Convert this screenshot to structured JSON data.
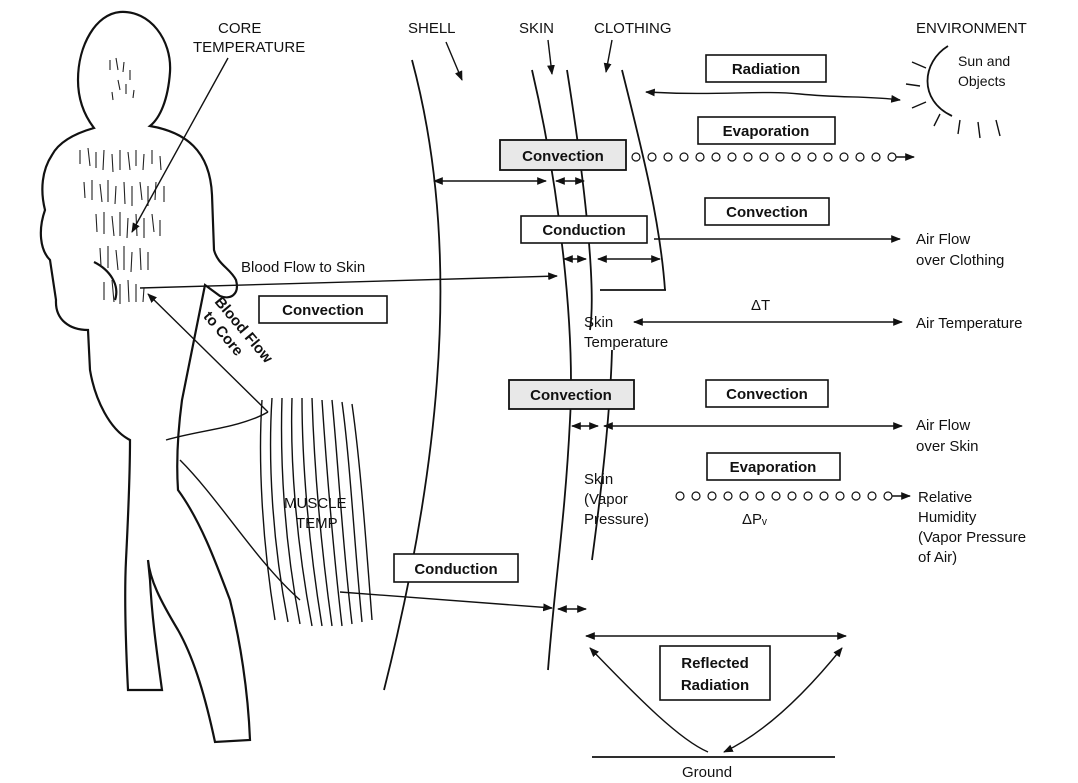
{
  "top_labels": {
    "core_line1": "CORE",
    "core_line2": "TEMPERATURE",
    "shell": "SHELL",
    "skin": "SKIN",
    "clothing": "CLOTHING",
    "environment": "ENVIRONMENT",
    "sun_line1": "Sun and",
    "sun_line2": "Objects"
  },
  "boxes": {
    "radiation": "Radiation",
    "evaporation_top": "Evaporation",
    "convection_skin_top": "Convection",
    "convection_env_top": "Convection",
    "conduction_clothing": "Conduction",
    "convection_shell": "Convection",
    "convection_skin_mid": "Convection",
    "convection_env_mid": "Convection",
    "evaporation_mid": "Evaporation",
    "conduction_muscle": "Conduction",
    "reflected_line1": "Reflected",
    "reflected_line2": "Radiation"
  },
  "flow_labels": {
    "blood_to_skin": "Blood Flow to Skin",
    "blood_to_core_line1": "Blood Flow",
    "blood_to_core_line2": "to Core",
    "air_clothing_line1": "Air Flow",
    "air_clothing_line2": "over Clothing",
    "air_skin_line1": "Air Flow",
    "air_skin_line2": "over Skin",
    "air_temperature": "Air Temperature",
    "delta_t": "ΔT",
    "delta_p": "ΔPᵥ",
    "skin_temp_line1": "Skin",
    "skin_temp_line2": "Temperature",
    "skin_vp_line1": "Skin",
    "skin_vp_line2": "(Vapor",
    "skin_vp_line3": "Pressure)",
    "rh_line1": "Relative",
    "rh_line2": "Humidity",
    "rh_line3": "(Vapor Pressure",
    "rh_line4": "of Air)",
    "muscle_line1": "MUSCLE",
    "muscle_line2": "TEMP",
    "ground": "Ground"
  }
}
